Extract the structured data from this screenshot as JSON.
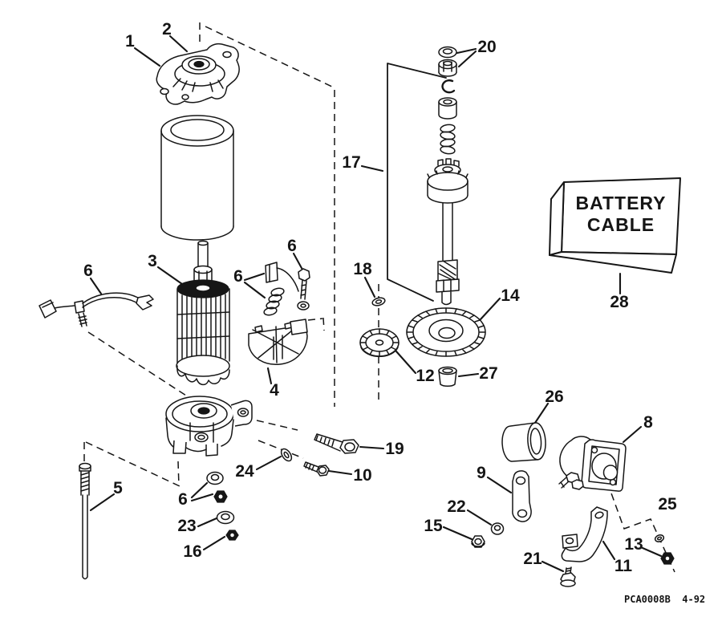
{
  "diagram": {
    "battery_box": {
      "line1": "BATTERY",
      "line2": "CABLE"
    },
    "footer_code": "PCA0008B  4-92"
  },
  "callouts": {
    "c1": "1",
    "c2": "2",
    "c3": "3",
    "c4": "4",
    "c5": "5",
    "c6_wire": "6",
    "c6_brush": "6",
    "c6_bolt": "6",
    "c6_hardware": "6",
    "c8": "8",
    "c9": "9",
    "c10": "10",
    "c11": "11",
    "c12": "12",
    "c13": "13",
    "c14": "14",
    "c15": "15",
    "c16": "16",
    "c17": "17",
    "c18": "18",
    "c19": "19",
    "c20": "20",
    "c21": "21",
    "c22": "22",
    "c23": "23",
    "c24": "24",
    "c25": "25",
    "c26": "26",
    "c27": "27",
    "c28": "28"
  }
}
